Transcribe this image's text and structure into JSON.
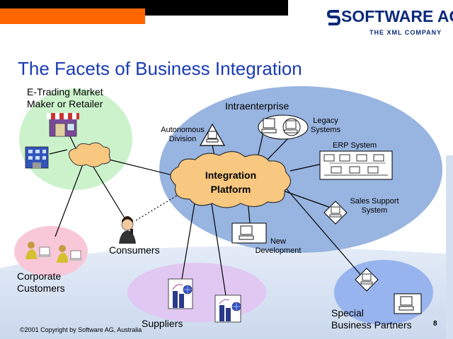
{
  "header": {
    "logo_name": "SOFTWARE AG",
    "logo_tagline": "THE XML COMPANY",
    "title": "The Facets of Business Integration"
  },
  "diagram": {
    "center_line1": "Integration",
    "center_line2": "Platform",
    "etrading_line1": "E-Trading Market",
    "etrading_line2": "Maker or Retailer",
    "intraenterprise": "Intraenterprise",
    "autonomous_line1": "Autonomous",
    "autonomous_line2": "Division",
    "legacy_line1": "Legacy",
    "legacy_line2": "Systems",
    "erp": "ERP System",
    "sales_line1": "Sales Support",
    "sales_line2": "System",
    "newdev_line1": "New",
    "newdev_line2": "Development",
    "consumers": "Consumers",
    "corporate_line1": "Corporate",
    "corporate_line2": "Customers",
    "suppliers": "Suppliers",
    "special_line1": "Special",
    "special_line2": "Business Partners"
  },
  "footer": {
    "copyright": "©2001 Copyright by Software AG, Australia",
    "page_number": "8"
  },
  "colors": {
    "orange": "#ff6600",
    "title_blue": "#1a3bb3",
    "intra_blue": "#98b4e0",
    "etrading_green": "#ccf2cc",
    "corporate_pink": "#f8c8d8",
    "suppliers_lavender": "#e0c8f2",
    "partners_blue": "#98b4ee",
    "cloud_orange": "#f8c880"
  }
}
